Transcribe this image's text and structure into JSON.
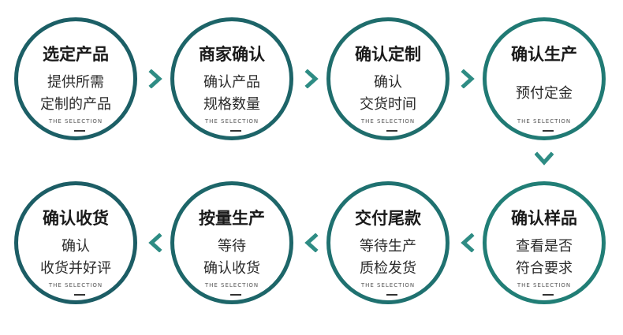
{
  "steps": [
    {
      "title": "选定产品",
      "lines": [
        "提供所需",
        "定制的产品"
      ],
      "subtitle": "THE SELECTION"
    },
    {
      "title": "商家确认",
      "lines": [
        "确认产品",
        "规格数量"
      ],
      "subtitle": "THE SELECTION"
    },
    {
      "title": "确认定制",
      "lines": [
        "确认",
        "交货时间"
      ],
      "subtitle": "THE SELECTION"
    },
    {
      "title": "确认生产",
      "lines": [
        "预付定金"
      ],
      "subtitle": "THE SELECTION"
    },
    {
      "title": "确认样品",
      "lines": [
        "查看是否",
        "符合要求"
      ],
      "subtitle": "THE SELECTION"
    },
    {
      "title": "交付尾款",
      "lines": [
        "等待生产",
        "质检发货"
      ],
      "subtitle": "THE SELECTION"
    },
    {
      "title": "按量生产",
      "lines": [
        "等待",
        "确认收货"
      ],
      "subtitle": "THE SELECTION"
    },
    {
      "title": "确认收货",
      "lines": [
        "确认",
        "收货并好评"
      ],
      "subtitle": "THE SELECTION"
    }
  ],
  "colors": {
    "accent": "#1f6e6e",
    "arrow": "#2e8c84"
  },
  "icons": [
    "chevron-right-icon",
    "chevron-down-icon",
    "chevron-left-icon"
  ]
}
